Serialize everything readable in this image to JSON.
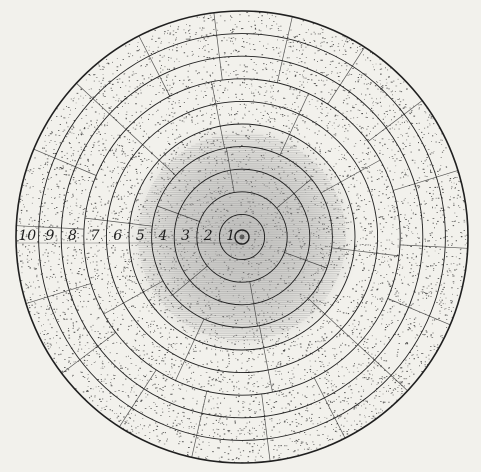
{
  "diagram": {
    "ring_count": 10,
    "ring_numbers": [
      "1",
      "2",
      "3",
      "4",
      "5",
      "6",
      "7",
      "8",
      "9",
      "10"
    ],
    "ink_color": "#1f1f1f",
    "paper_color": "#f2f1ec",
    "stipple_color": "#2b2b2b",
    "center_shading_color": "#9a9a9a",
    "center_marker": "small circle at centre"
  }
}
